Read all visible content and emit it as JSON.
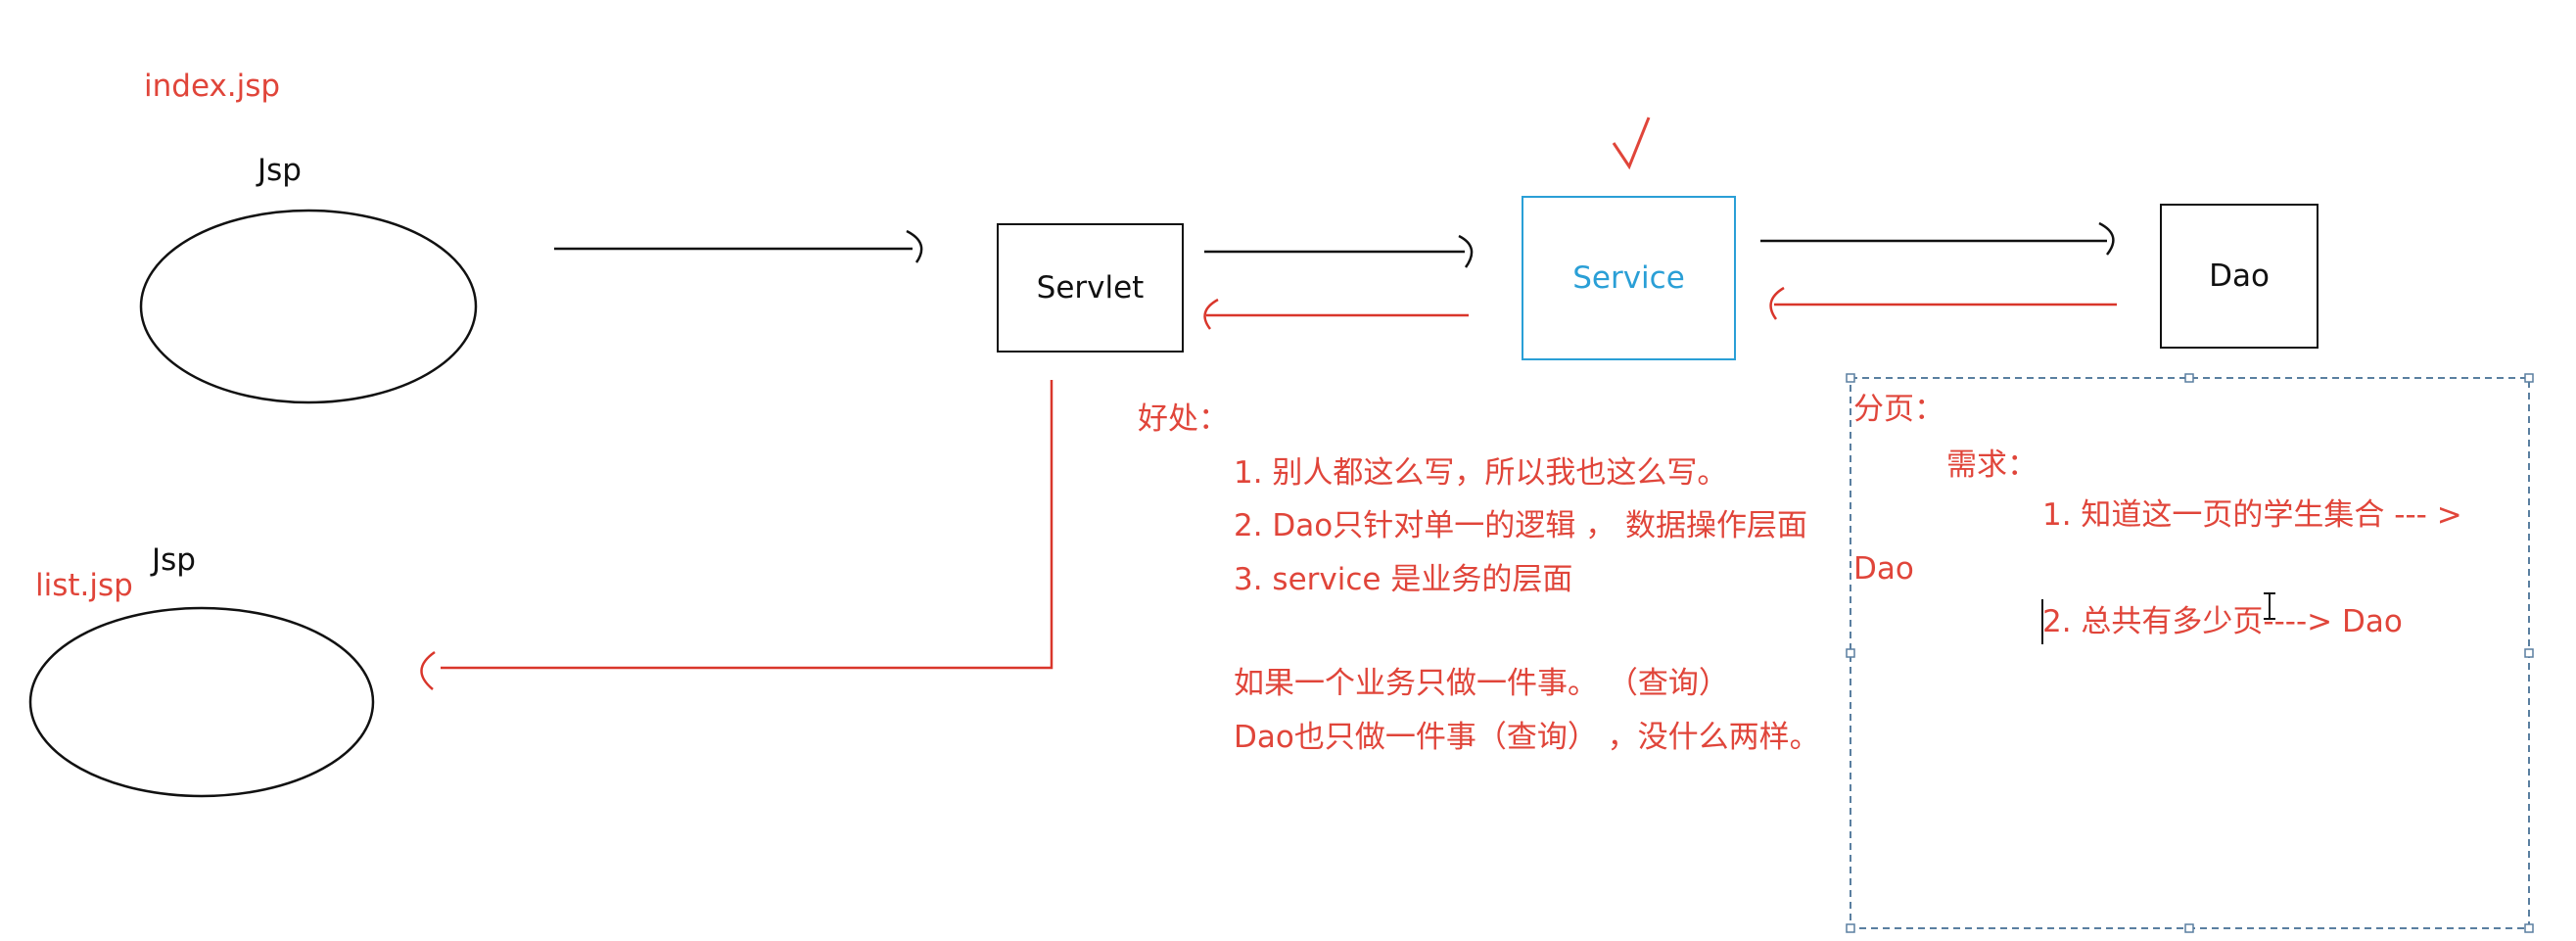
{
  "labels": {
    "index_jsp": "index.jsp",
    "jsp_top": "Jsp",
    "jsp_bottom": "Jsp",
    "list_jsp": "list.jsp",
    "check_mark": "√"
  },
  "boxes": {
    "servlet": "Servlet",
    "service": "Service",
    "dao": "Dao"
  },
  "benefits": {
    "title": "好处：",
    "items": [
      "1.   别人都这么写，所以我也这么写。",
      "2.  Dao只针对单一的逻辑 ， 数据操作层面",
      "3.  service  是业务的层面"
    ],
    "note_1": "如果一个业务只做一件事。 （查询）",
    "note_2": "Dao也只做一件事（查询）  ，没什么两样。"
  },
  "pagination": {
    "title": "分页：",
    "requirement": "需求：",
    "item_1": "1. 知道这一页的学生集合 --- >",
    "item_1_cont": "Dao",
    "item_2": "2. 总共有多少页----> Dao"
  },
  "colors": {
    "red_text": "#e0453a",
    "service_blue": "#2a9fd6",
    "line_black": "#111111",
    "arrow_red": "#d9362b",
    "selection_dash": "#5a7fa0"
  }
}
